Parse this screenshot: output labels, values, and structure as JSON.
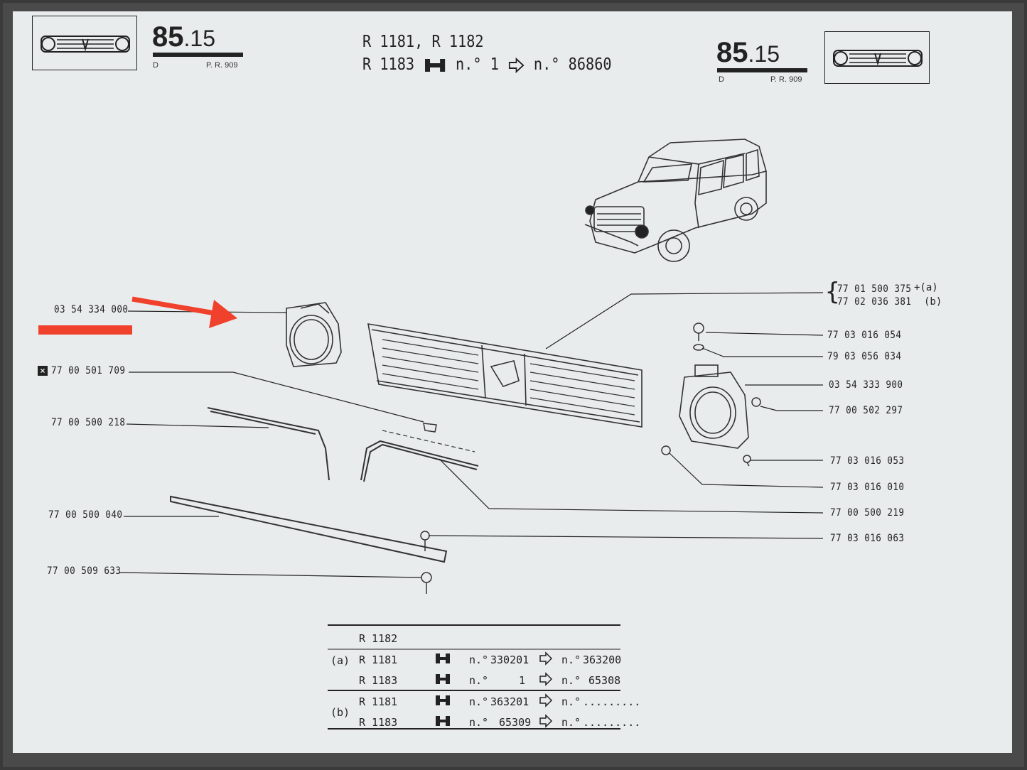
{
  "header": {
    "section_main": "85",
    "section_sub": ".15",
    "left_letter": "D",
    "left_pr": "P. R. 909",
    "right_letter": "D",
    "right_pr": "P. R. 909",
    "models_line1": "R 1181, R 1182",
    "models_line2_prefix": "R 1183",
    "models_line2_from": "n.° 1",
    "models_line2_to": "n.° 86860"
  },
  "parts_left": [
    "03 54 334 000",
    "77 00 501 709",
    "77 00 500 218",
    "77 00 500 040",
    "77 00 509 633"
  ],
  "parts_right": [
    "77 01 500 375",
    "77 02 036 381",
    "77 03 016 054",
    "79 03 056 034",
    "03 54 333 900",
    "77 00 502 297",
    "77 03 016 053",
    "77 03 016 010",
    "77 00 500 219",
    "77 03 016 063"
  ],
  "suffix": {
    "plus_a": "+(a)",
    "b": "(b)"
  },
  "table": {
    "rows": [
      {
        "group": "",
        "model": "R 1182",
        "from_n": "",
        "from_v": "",
        "to_n": "",
        "to_v": ""
      },
      {
        "group": "(a)",
        "model": "R 1181",
        "from_n": "n.°",
        "from_v": "330201",
        "to_n": "n.°",
        "to_v": "363200"
      },
      {
        "group": "",
        "model": "R 1183",
        "from_n": "n.°",
        "from_v": "1",
        "to_n": "n.°",
        "to_v": "65308"
      },
      {
        "group": "(b)",
        "model": "R 1181",
        "from_n": "n.°",
        "from_v": "363201",
        "to_n": "n.°",
        "to_v": "........."
      },
      {
        "group": "",
        "model": "R 1183",
        "from_n": "n.°",
        "from_v": "65309",
        "to_n": "n.°",
        "to_v": "........."
      }
    ]
  },
  "icons": {
    "grille_thumb": "grille-thumbnail-icon",
    "chassis": "chassis-symbol-icon",
    "arrow": "outline-arrow-icon",
    "annotation_arrow": "red-arrow-icon"
  },
  "colors": {
    "annotation": "#f0412c",
    "ink": "#222222",
    "paper": "#e9ecec"
  }
}
